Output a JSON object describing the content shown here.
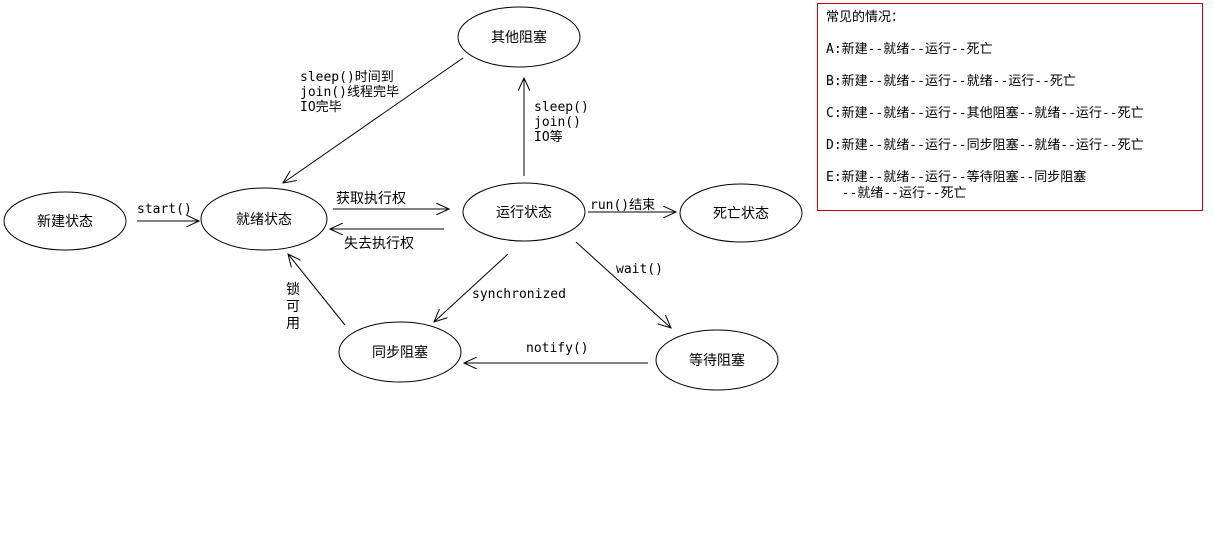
{
  "nodes": {
    "new": "新建状态",
    "ready": "就绪状态",
    "running": "运行状态",
    "dead": "死亡状态",
    "other_block": "其他阻塞",
    "sync_block": "同步阻塞",
    "wait_block": "等待阻塞"
  },
  "edges": {
    "start": "start()",
    "get_cpu": "获取执行权",
    "lose_cpu": "失去执行权",
    "run_end": "run()结束",
    "to_other_1": "sleep()",
    "to_other_2": "join()",
    "to_other_3": "IO等",
    "from_other_1": "sleep()时间到",
    "from_other_2": "join()线程完毕",
    "from_other_3": "IO完毕",
    "synchronized": "synchronized",
    "wait": "wait()",
    "notify": "notify()",
    "lock_1": "锁",
    "lock_2": "可",
    "lock_3": "用"
  },
  "notes": {
    "title": "常见的情况：",
    "cases": [
      "A:新建--就绪--运行--死亡",
      "B:新建--就绪--运行--就绪--运行--死亡",
      "C:新建--就绪--运行--其他阻塞--就绪--运行--死亡",
      "D:新建--就绪--运行--同步阻塞--就绪--运行--死亡"
    ],
    "case_e_line1": "E:新建--就绪--运行--等待阻塞--同步阻塞",
    "case_e_line2": "  --就绪--运行--死亡",
    "border_color": "#cc0000"
  }
}
